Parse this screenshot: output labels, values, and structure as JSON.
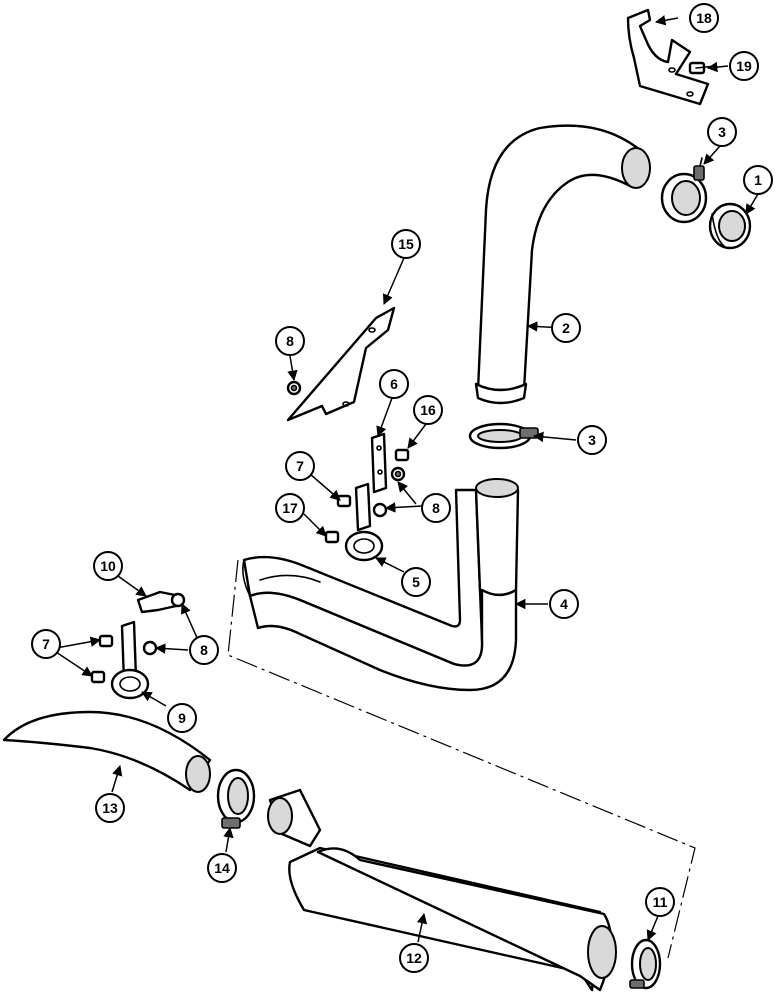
{
  "callouts": [
    {
      "id": "c1",
      "label": "1"
    },
    {
      "id": "c2",
      "label": "2"
    },
    {
      "id": "c3a",
      "label": "3"
    },
    {
      "id": "c3b",
      "label": "3"
    },
    {
      "id": "c4",
      "label": "4"
    },
    {
      "id": "c5",
      "label": "5"
    },
    {
      "id": "c6",
      "label": "6"
    },
    {
      "id": "c7a",
      "label": "7"
    },
    {
      "id": "c7b",
      "label": "7"
    },
    {
      "id": "c8a",
      "label": "8"
    },
    {
      "id": "c8b",
      "label": "8"
    },
    {
      "id": "c8c",
      "label": "8"
    },
    {
      "id": "c9",
      "label": "9"
    },
    {
      "id": "c10",
      "label": "10"
    },
    {
      "id": "c11",
      "label": "11"
    },
    {
      "id": "c12",
      "label": "12"
    },
    {
      "id": "c13",
      "label": "13"
    },
    {
      "id": "c14",
      "label": "14"
    },
    {
      "id": "c15",
      "label": "15"
    },
    {
      "id": "c16",
      "label": "16"
    },
    {
      "id": "c17",
      "label": "17"
    },
    {
      "id": "c18",
      "label": "18"
    },
    {
      "id": "c19",
      "label": "19"
    }
  ]
}
